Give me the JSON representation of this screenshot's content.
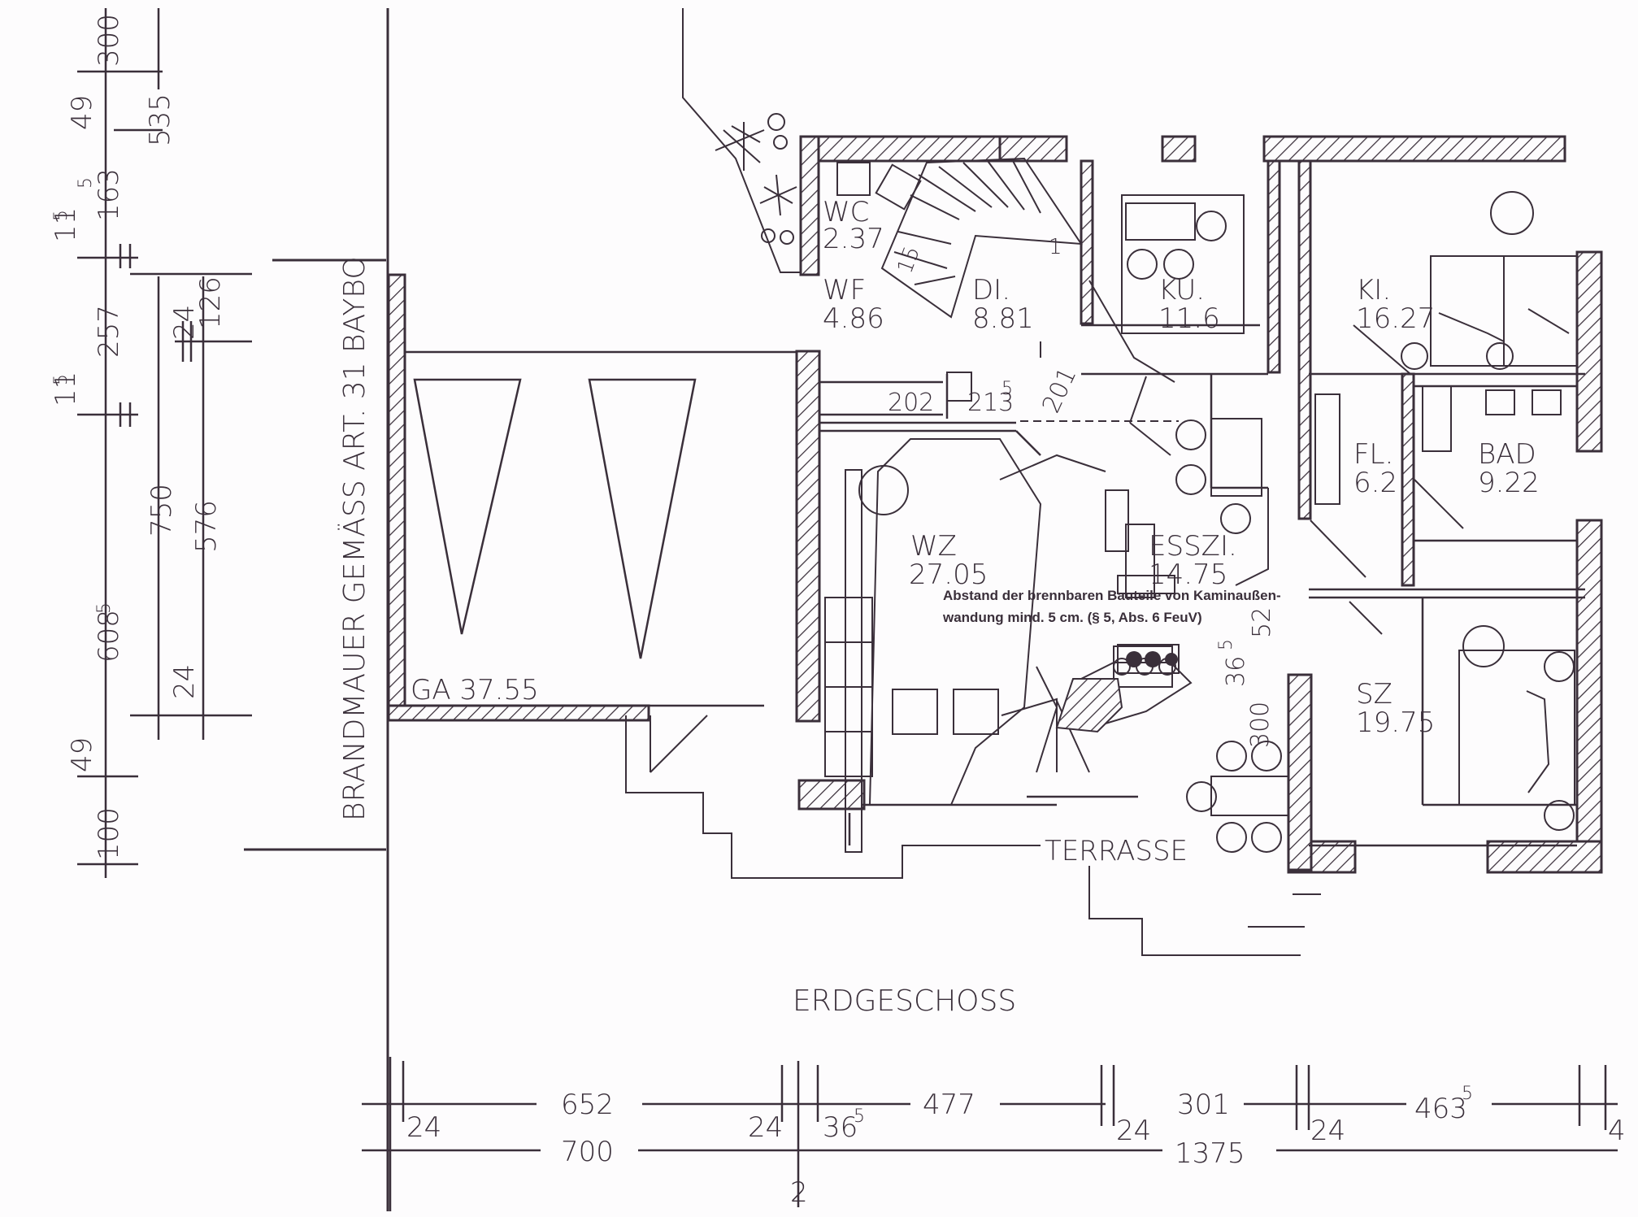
{
  "title": "ERDGESCHOSS",
  "firewall_label": "BRANDMAUER GEMÄSS ART. 31 BAYBO",
  "terrace_label": "TERRASSE",
  "note": {
    "line1": "Abstand der brennbaren Bauteile von Kaminaußen-",
    "line2": "wandung mind. 5 cm. (§ 5, Abs. 6 FeuV)"
  },
  "rooms": [
    {
      "id": "wc",
      "name": "WC",
      "area": "2.37"
    },
    {
      "id": "wf",
      "name": "WF",
      "area": "4.86"
    },
    {
      "id": "di",
      "name": "DI.",
      "area": "8.81"
    },
    {
      "id": "ku",
      "name": "KU.",
      "area": "11.6"
    },
    {
      "id": "ki",
      "name": "KI.",
      "area": "16.27"
    },
    {
      "id": "fl",
      "name": "FL.",
      "area": "6.2"
    },
    {
      "id": "bad",
      "name": "BAD",
      "area": "9.22"
    },
    {
      "id": "wz",
      "name": "WZ",
      "area": "27.05"
    },
    {
      "id": "esszi",
      "name": "ESSZI.",
      "area": "14.75"
    },
    {
      "id": "sz",
      "name": "SZ",
      "area": "19.75"
    },
    {
      "id": "ga",
      "name": "GA",
      "area": "37.55"
    }
  ],
  "stair_labels": [
    "15",
    "1"
  ],
  "interior_dims": [
    "202",
    "213",
    "5",
    "201",
    "36",
    "5",
    "52",
    "300"
  ],
  "dims_left": [
    "300",
    "49",
    "535",
    "5",
    "163",
    "11",
    "5",
    "257",
    "11",
    "5",
    "608",
    "5",
    "49",
    "100"
  ],
  "dims_left2": [
    "24",
    "126",
    "750",
    "576",
    "24"
  ],
  "dims_bottom_top": [
    "652",
    "24",
    "24",
    "36",
    "5",
    "477",
    "301",
    "24",
    "24",
    "463",
    "5",
    "4"
  ],
  "dims_bottom_totals": [
    "700",
    "1375",
    "2"
  ]
}
